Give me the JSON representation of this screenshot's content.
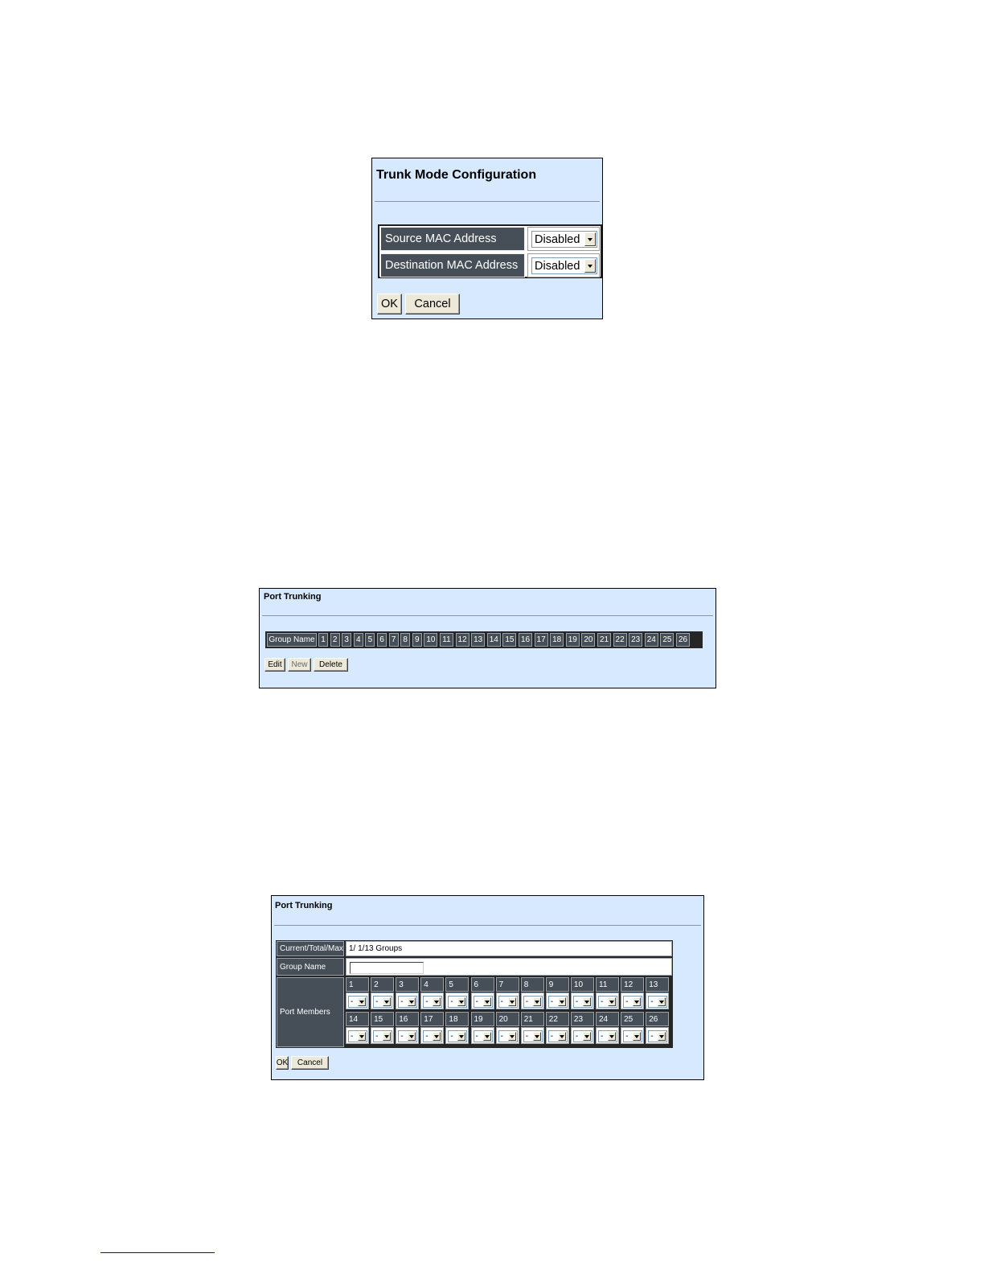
{
  "trunk_mode": {
    "title": "Trunk Mode Configuration",
    "rows": [
      {
        "label": "Source MAC Address",
        "value": "Disabled"
      },
      {
        "label": "Destination MAC Address",
        "value": "Disabled"
      }
    ],
    "ok_label": "OK",
    "cancel_label": "Cancel"
  },
  "port_trunking_list": {
    "title": "Port Trunking",
    "group_name_header": "Group Name",
    "ports": [
      "1",
      "2",
      "3",
      "4",
      "5",
      "6",
      "7",
      "8",
      "9",
      "10",
      "11",
      "12",
      "13",
      "14",
      "15",
      "16",
      "17",
      "18",
      "19",
      "20",
      "21",
      "22",
      "23",
      "24",
      "25",
      "26"
    ],
    "edit_label": "Edit",
    "new_label": "New",
    "delete_label": "Delete"
  },
  "port_trunking_edit": {
    "title": "Port Trunking",
    "current_total_max_label": "Current/Total/Max",
    "current_total_max_value": "1/ 1/13 Groups",
    "group_name_label": "Group Name",
    "group_name_value": "",
    "port_members_label": "Port Members",
    "ports_row1": [
      "1",
      "2",
      "3",
      "4",
      "5",
      "6",
      "7",
      "8",
      "9",
      "10",
      "11",
      "12",
      "13"
    ],
    "ports_row2": [
      "14",
      "15",
      "16",
      "17",
      "18",
      "19",
      "20",
      "21",
      "22",
      "23",
      "24",
      "25",
      "26"
    ],
    "member_value": "-",
    "ok_label": "OK",
    "cancel_label": "Cancel"
  }
}
